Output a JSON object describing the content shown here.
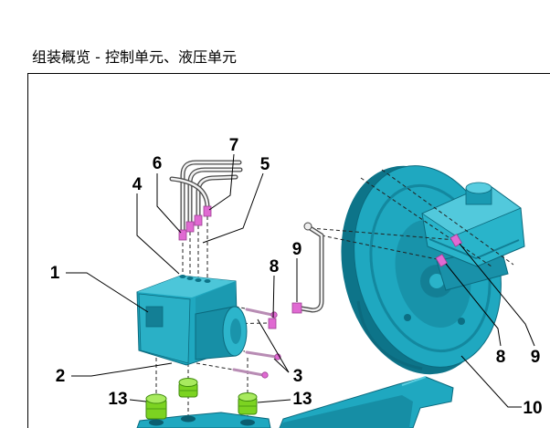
{
  "title": "组装概览 - 控制单元、液压单元",
  "callouts": {
    "c1": "1",
    "c2": "2",
    "c3": "3",
    "c4": "4",
    "c5": "5",
    "c6": "6",
    "c7": "7",
    "c8_left": "8",
    "c8_right": "8",
    "c9_left": "9",
    "c9_right": "9",
    "c10": "10",
    "c13_left": "13",
    "c13_right": "13"
  },
  "colors": {
    "component": "#1fa8c0",
    "fitting": "#e06ad2",
    "rubber_mount": "#7cd321",
    "line": "#4a4a4a"
  }
}
